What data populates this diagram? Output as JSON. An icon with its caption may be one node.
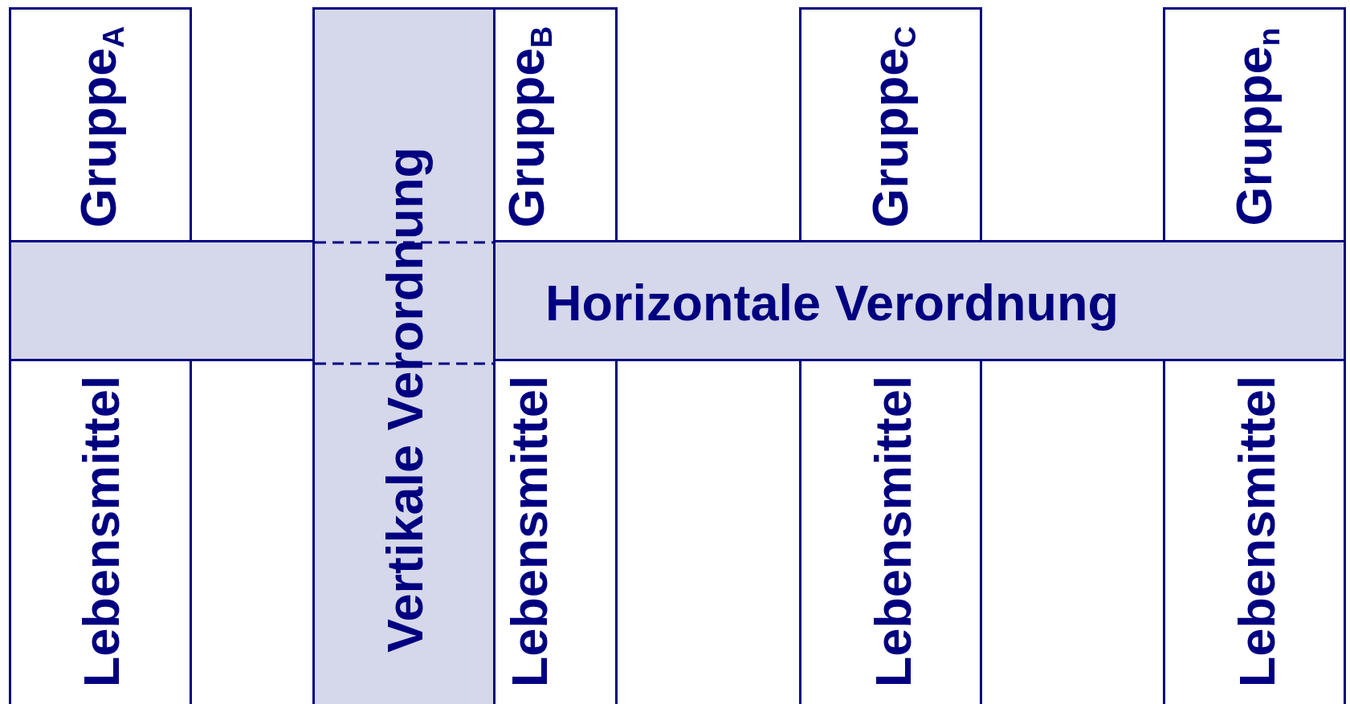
{
  "diagram": {
    "nodes": [
      {
        "text": [
          "Gruppe$_{A}$"
        ]
      },
      {
        "text": [
          "Vertikale Verordnung"
        ]
      },
      {
        "text": [
          "Gruppe$_{B}$"
        ]
      },
      {
        "text": [
          "Gruppe$_{C}$"
        ]
      },
      {
        "text": [
          "Gruppe$_{n}$"
        ]
      },
      {
        "text": [
          "Horizontale Verordnung"
        ]
      },
      {
        "text": [
          "Lebensmittel"
        ]
      },
      {
        "text": [
          "Lebensmittel"
        ]
      },
      {
        "text": [
          "Lebensmittel"
        ]
      },
      {
        "text": [
          "Lebensmittel"
        ]
      }
    ]
  }
}
